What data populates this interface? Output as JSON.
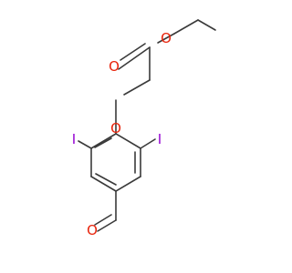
{
  "molecule": {
    "atoms": {
      "ester_carbonyl_oxygen": {
        "label": "O",
        "color": "#e8230b"
      },
      "ester_ether_oxygen": {
        "label": "O",
        "color": "#e8230b"
      },
      "phenoxy_oxygen": {
        "label": "O",
        "color": "#e8230b"
      },
      "iodine_left": {
        "label": "I",
        "color": "#9400d3"
      },
      "iodine_right": {
        "label": "I",
        "color": "#9400d3"
      },
      "aldehyde_oxygen": {
        "label": "O",
        "color": "#e8230b"
      }
    },
    "bond_color": "#3a3a3a"
  }
}
